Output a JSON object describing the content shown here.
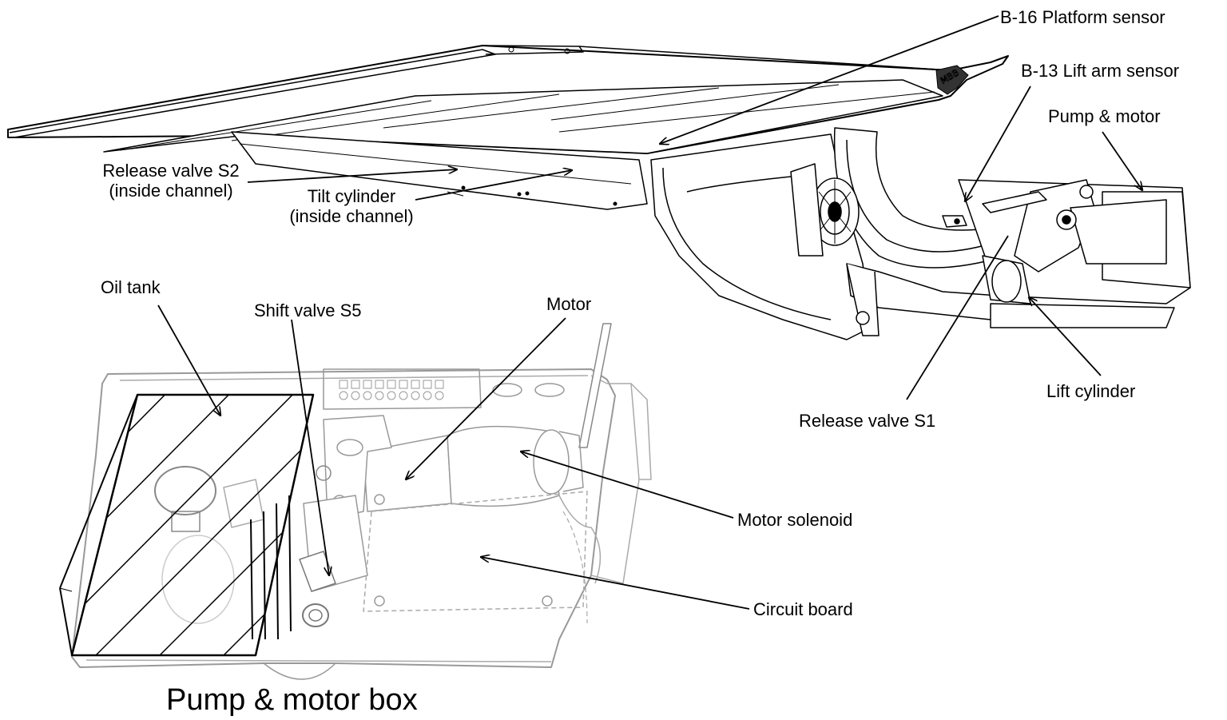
{
  "diagram": {
    "caption": "Pump & motor box",
    "labels": {
      "b16": "B-16 Platform sensor",
      "b13": "B-13 Lift arm sensor",
      "pump_motor": "Pump & motor",
      "release_s2_line1": "Release valve S2",
      "release_s2_line2": "(inside channel)",
      "tilt_line1": "Tilt cylinder",
      "tilt_line2": "(inside channel)",
      "oil_tank": "Oil tank",
      "shift_valve": "Shift valve S5",
      "motor": "Motor",
      "release_s1": "Release valve S1",
      "lift_cylinder": "Lift cylinder",
      "motor_solenoid": "Motor solenoid",
      "circuit_board": "Circuit board"
    }
  }
}
